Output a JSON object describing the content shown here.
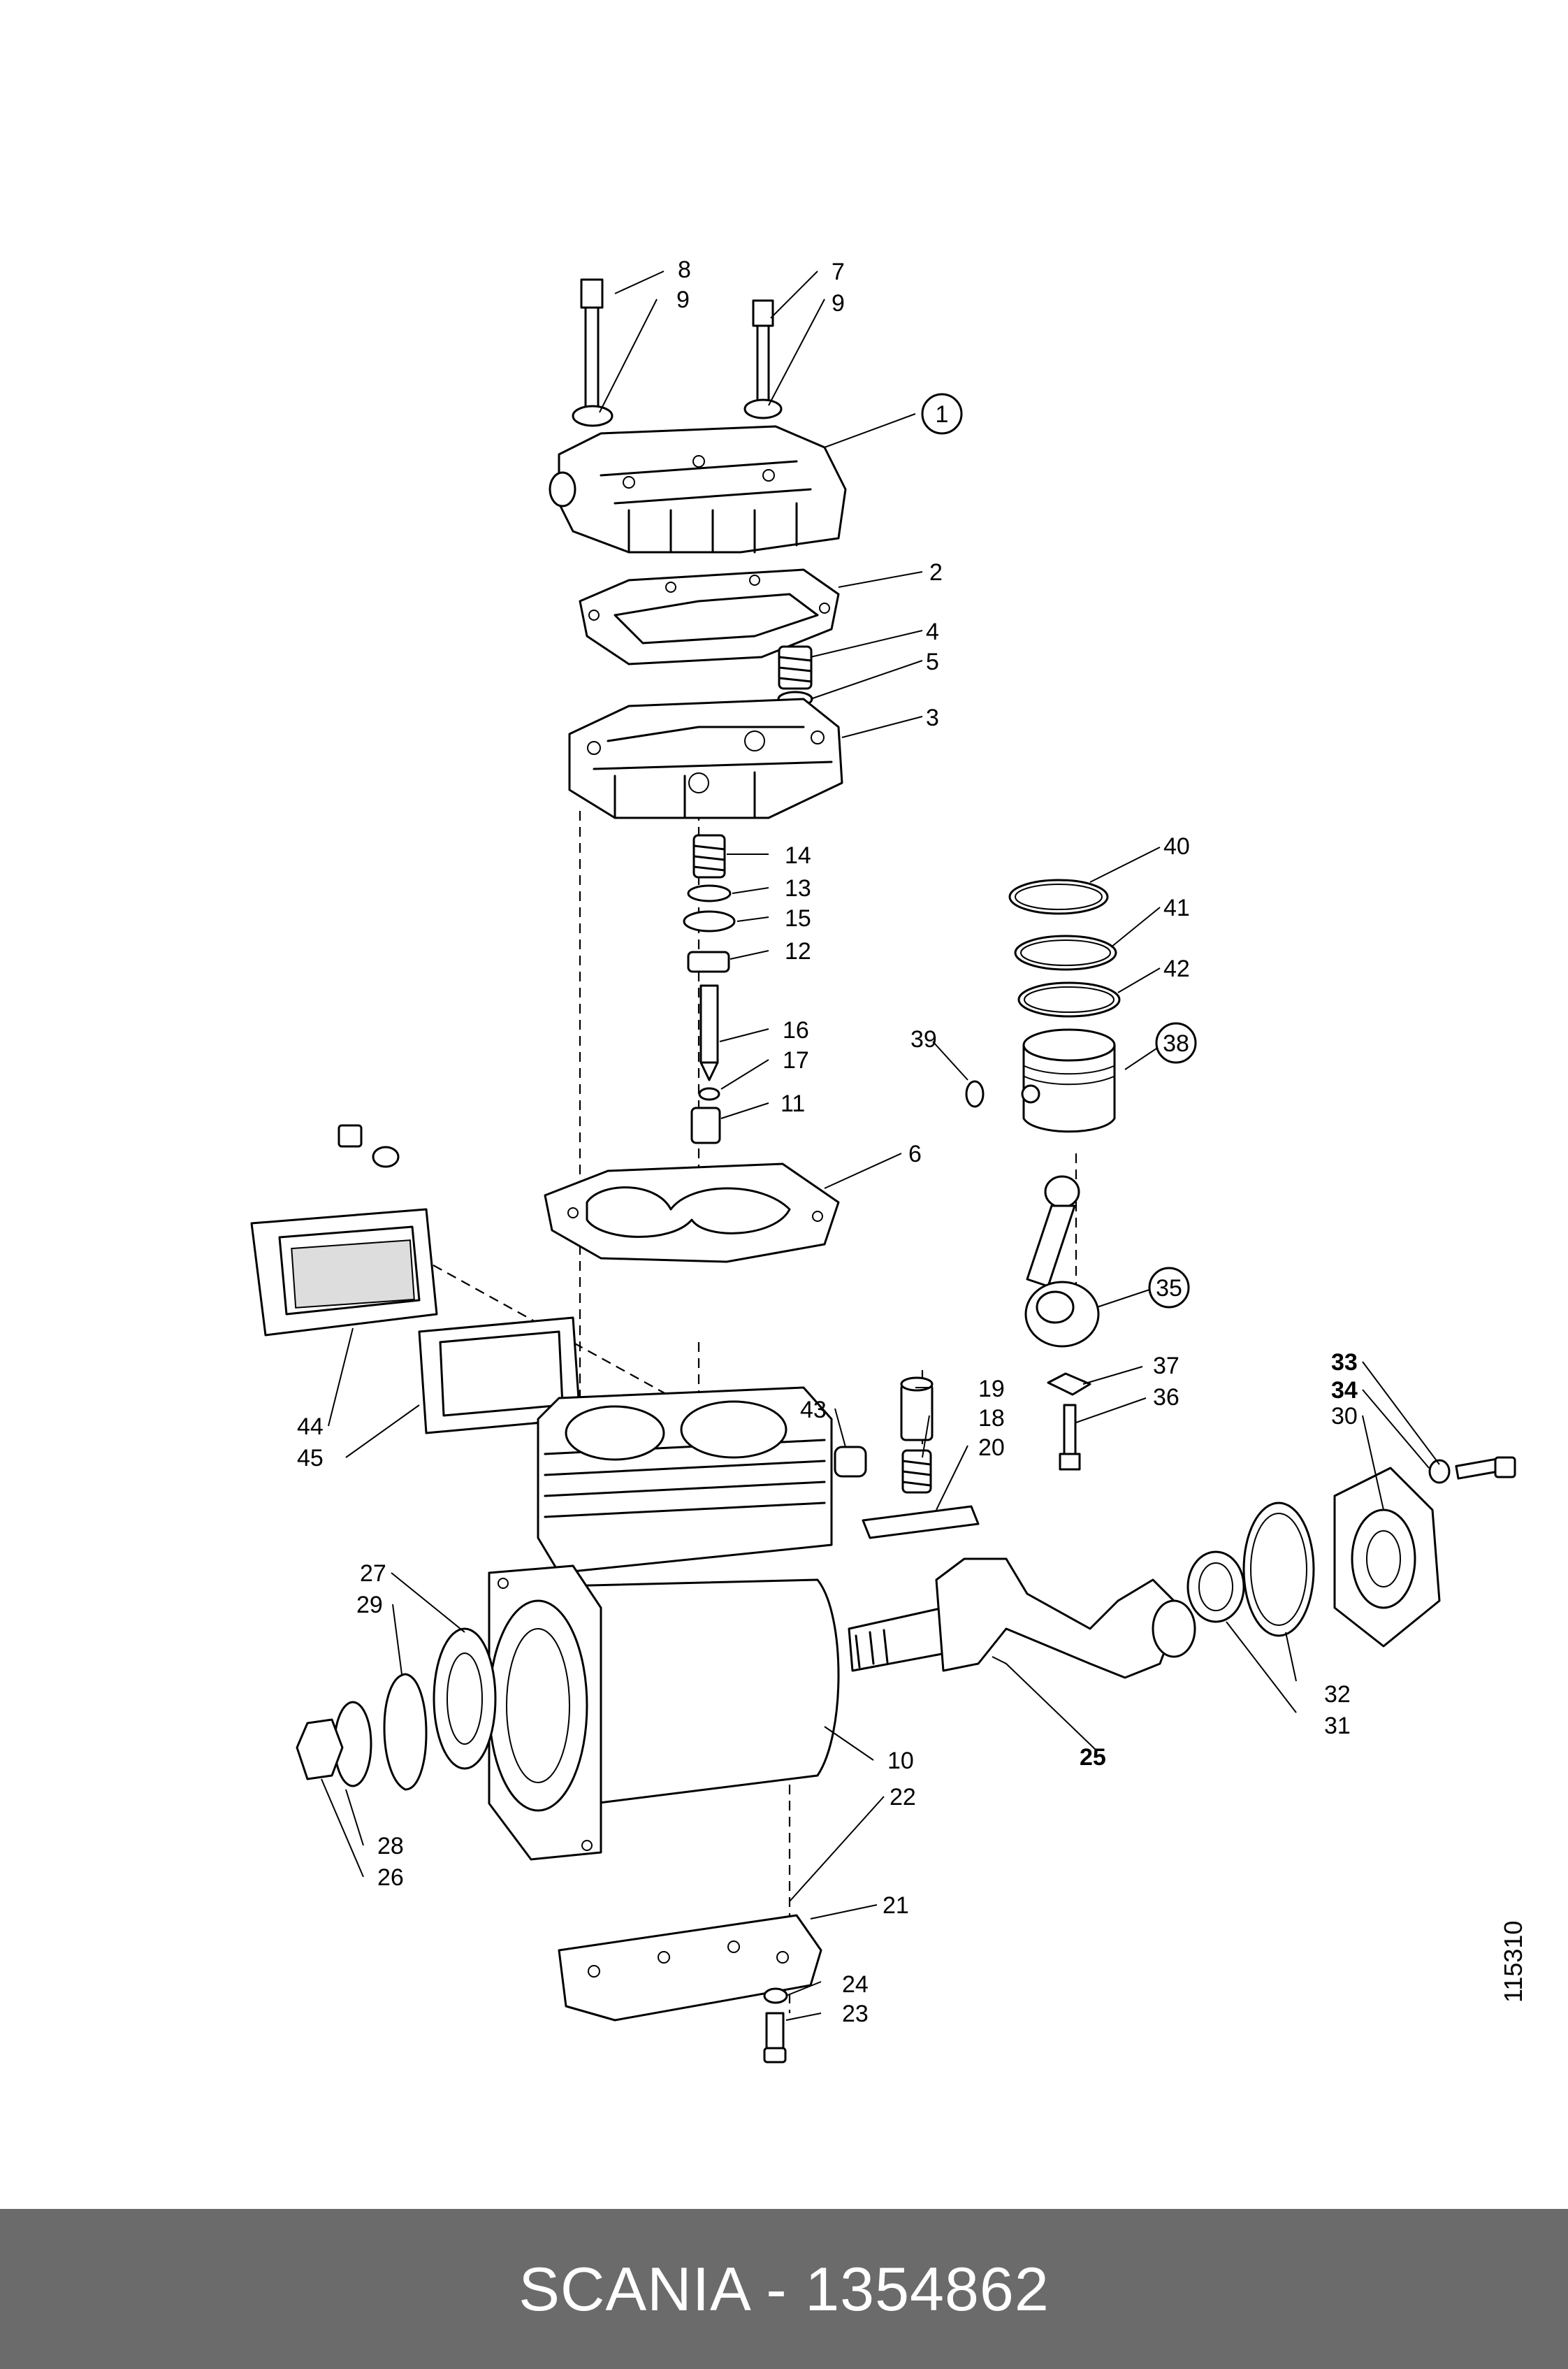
{
  "callouts": [
    "1",
    "2",
    "3",
    "4",
    "5",
    "6",
    "7",
    "8",
    "9",
    "9",
    "10",
    "11",
    "12",
    "13",
    "14",
    "15",
    "16",
    "17",
    "18",
    "19",
    "20",
    "21",
    "22",
    "23",
    "24",
    "25",
    "26",
    "27",
    "28",
    "29",
    "30",
    "31",
    "32",
    "33",
    "34",
    "35",
    "36",
    "37",
    "38",
    "39",
    "40",
    "41",
    "42",
    "43",
    "44",
    "45"
  ],
  "reference_number": "115310",
  "footer": {
    "title": "SCANIA - 1354862"
  },
  "colors": {
    "footer_bg": "#6b6b6b",
    "footer_text": "#ffffff",
    "line": "#000000"
  }
}
